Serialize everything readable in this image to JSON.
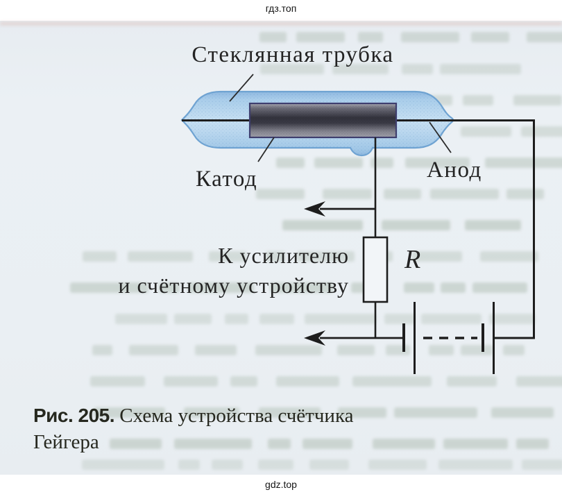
{
  "site": {
    "header": "гдз.топ",
    "footer": "gdz.top"
  },
  "diagram": {
    "labels": {
      "tube": "Стеклянная трубка",
      "cathode": "Катод",
      "anode": "Анод",
      "amplifier_line1": "К усилителю",
      "amplifier_line2": "и счётному устройству",
      "resistor": "R"
    },
    "components": {
      "tube": "стеклянная трубка (glass tube)",
      "cathode": "катод (dark cylinder inside tube)",
      "anode": "анод (wire along tube axis)",
      "resistor": "R",
      "battery": "батарея (multi-cell, dashed middle)",
      "outputs": "two arrows to amplifier and counting device"
    }
  },
  "caption": {
    "figure_label": "Рис. 205.",
    "text": "Схема устройства счётчика Гейгера"
  },
  "theme": {
    "paper": "#eaeff3",
    "ink": "#1f1f1f",
    "wire": "#1d1d1d",
    "tube_fill": "#b9d7ef",
    "tube_edge": "#6fa3d2",
    "cathode_dark": "#30303a",
    "cathode_light": "#9a9aa5",
    "cathode_border": "#3e3e6e",
    "ghost": "#a4b4a6"
  }
}
